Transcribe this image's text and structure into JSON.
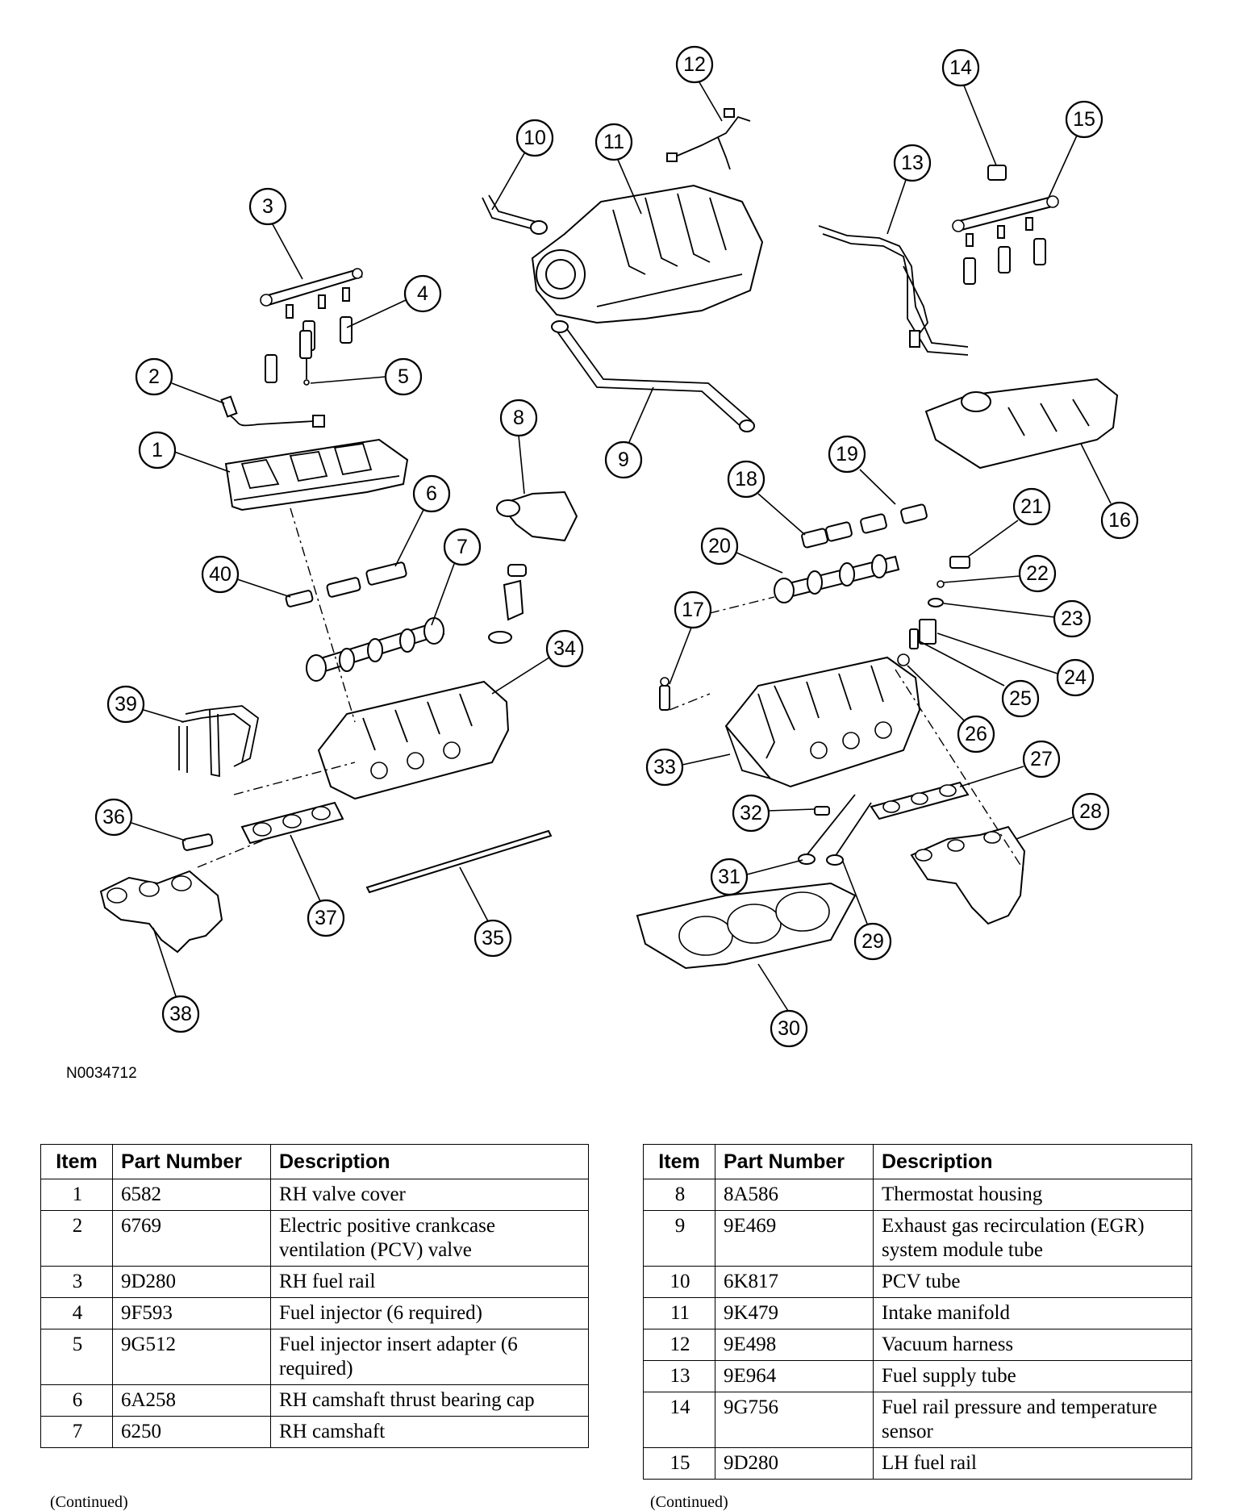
{
  "figure_id": "N0034712",
  "callouts": [
    "1",
    "2",
    "3",
    "4",
    "5",
    "6",
    "7",
    "8",
    "9",
    "10",
    "11",
    "12",
    "13",
    "14",
    "15",
    "16",
    "17",
    "18",
    "19",
    "20",
    "21",
    "22",
    "23",
    "24",
    "25",
    "26",
    "27",
    "28",
    "29",
    "30",
    "31",
    "32",
    "33",
    "34",
    "35",
    "36",
    "37",
    "38",
    "39",
    "40"
  ],
  "table_headers": {
    "item": "Item",
    "part_number": "Part Number",
    "description": "Description"
  },
  "table_left": [
    {
      "item": "1",
      "part": "6582",
      "desc": "RH valve cover"
    },
    {
      "item": "2",
      "part": "6769",
      "desc": "Electric positive crankcase ventilation (PCV) valve"
    },
    {
      "item": "3",
      "part": "9D280",
      "desc": "RH fuel rail"
    },
    {
      "item": "4",
      "part": "9F593",
      "desc": "Fuel injector (6 required)"
    },
    {
      "item": "5",
      "part": "9G512",
      "desc": "Fuel injector insert adapter (6 required)"
    },
    {
      "item": "6",
      "part": "6A258",
      "desc": "RH camshaft thrust bearing cap"
    },
    {
      "item": "7",
      "part": "6250",
      "desc": "RH camshaft"
    }
  ],
  "table_right": [
    {
      "item": "8",
      "part": "8A586",
      "desc": "Thermostat housing"
    },
    {
      "item": "9",
      "part": "9E469",
      "desc": "Exhaust gas recirculation (EGR) system module tube"
    },
    {
      "item": "10",
      "part": "6K817",
      "desc": "PCV tube"
    },
    {
      "item": "11",
      "part": "9K479",
      "desc": "Intake manifold"
    },
    {
      "item": "12",
      "part": "9E498",
      "desc": "Vacuum harness"
    },
    {
      "item": "13",
      "part": "9E964",
      "desc": "Fuel supply tube"
    },
    {
      "item": "14",
      "part": "9G756",
      "desc": "Fuel rail pressure and temperature sensor"
    },
    {
      "item": "15",
      "part": "9D280",
      "desc": "LH fuel rail"
    }
  ],
  "continued_label": "(Continued)"
}
